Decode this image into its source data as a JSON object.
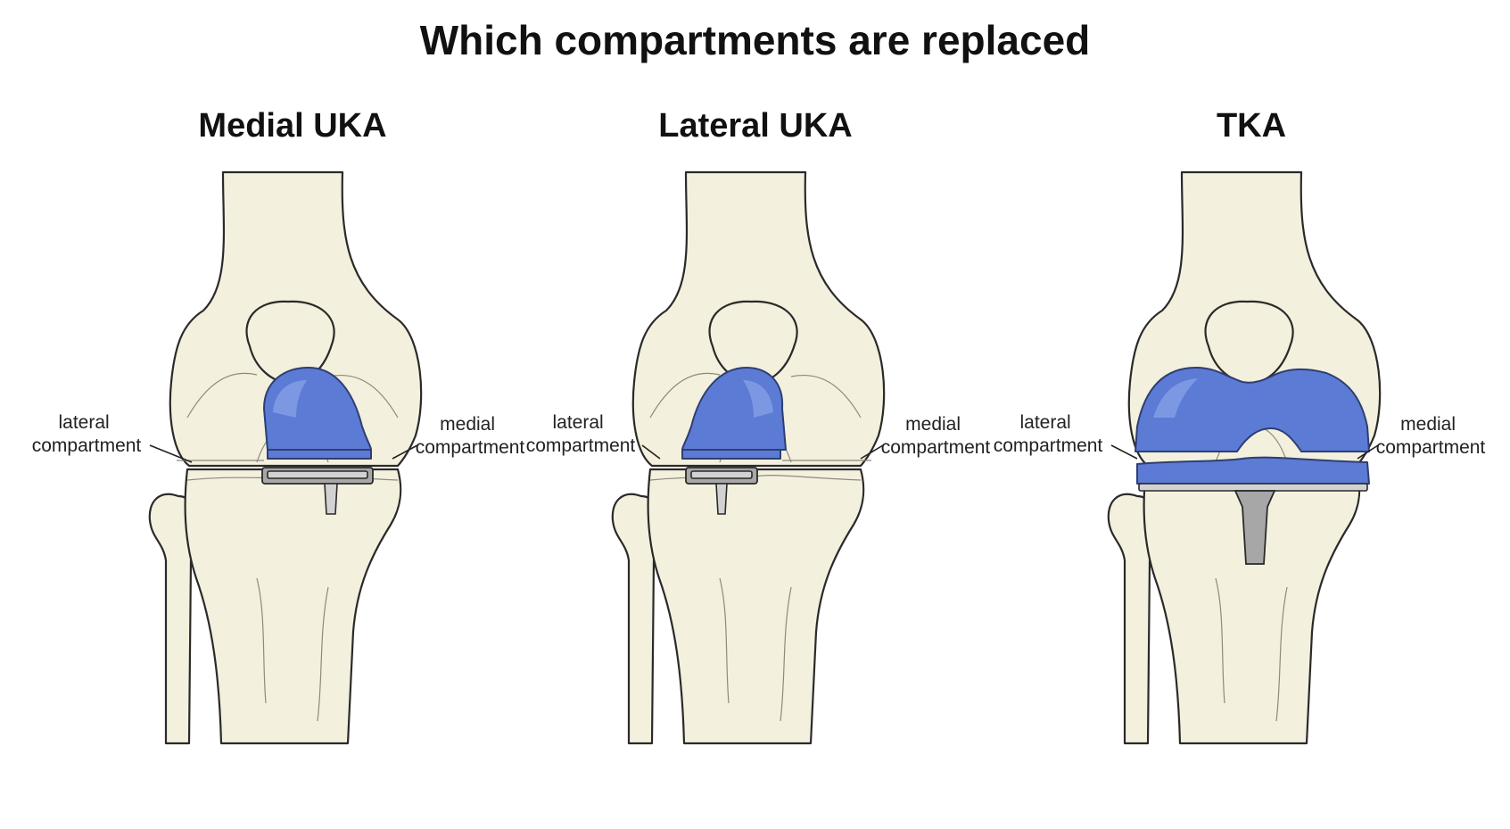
{
  "title": "Which compartments are replaced",
  "knees": [
    {
      "title": "Medial UKA",
      "lateral_label": [
        "lateral",
        "compartment"
      ],
      "medial_label": [
        "medial",
        "compartment"
      ]
    },
    {
      "title": "Lateral UKA",
      "lateral_label": [
        "lateral",
        "compartment"
      ],
      "medial_label": [
        "medial",
        "compartment"
      ]
    },
    {
      "title": "TKA",
      "lateral_label": [
        "lateral",
        "compartment"
      ],
      "medial_label": [
        "medial",
        "compartment"
      ]
    }
  ],
  "colors": {
    "bone": "#f3f0dd",
    "implant": "#5b7bd5",
    "metal": "#a7a7a7"
  }
}
